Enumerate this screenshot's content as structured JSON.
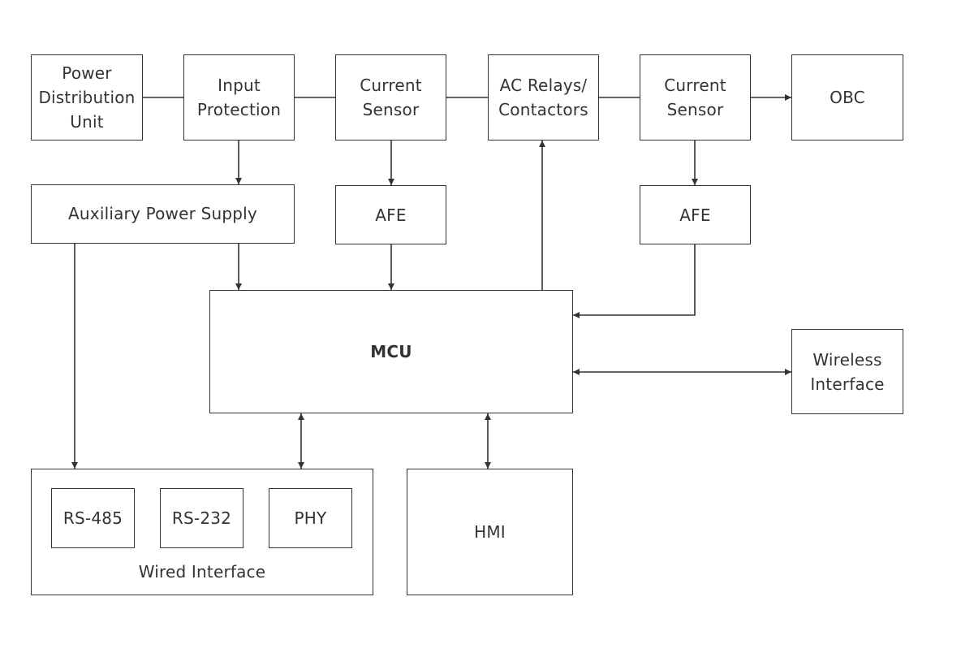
{
  "blocks": {
    "pdu": "Power\nDistribution\nUnit",
    "input_protection": "Input\nProtection",
    "current_sensor_1": "Current\nSensor",
    "ac_relays": "AC Relays/\nContactors",
    "current_sensor_2": "Current\nSensor",
    "obc": "OBC",
    "aux_power": "Auxiliary Power Supply",
    "afe_1": "AFE",
    "afe_2": "AFE",
    "mcu": "MCU",
    "wireless": "Wireless\nInterface",
    "wired_interface": "Wired Interface",
    "rs485": "RS-485",
    "rs232": "RS-232",
    "phy": "PHY",
    "hmi": "HMI"
  },
  "colors": {
    "line": "#333333",
    "background": "#ffffff",
    "text": "#333333"
  }
}
